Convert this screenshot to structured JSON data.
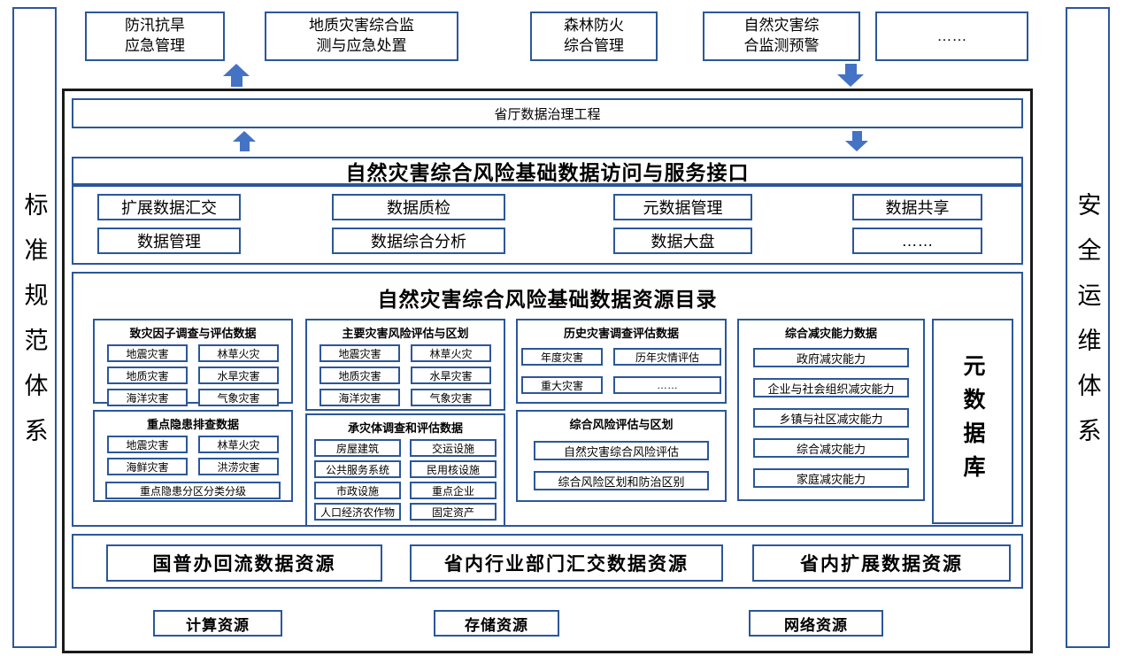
{
  "colors": {
    "box_border": "#2B579A",
    "arrow": "#4472C4",
    "outer_border": "#1A1A1A"
  },
  "side_bars": {
    "left": "标准规范体系",
    "right": "安全运维体系"
  },
  "top_apps": {
    "app1": "防汛抗旱\n应急管理",
    "app2": "地质灾害综合监\n测与应急处置",
    "app3": "森林防火\n综合管理",
    "app4": "自然灾害综\n合监测预警",
    "app5": "……"
  },
  "governance_bar": "省厅数据治理工程",
  "service_interface": {
    "title": "自然灾害综合风险基础数据访问与服务接口",
    "row1": [
      "扩展数据汇交",
      "数据质检",
      "元数据管理",
      "数据共享"
    ],
    "row2": [
      "数据管理",
      "数据综合分析",
      "数据大盘",
      "……"
    ]
  },
  "catalog": {
    "title": "自然灾害综合风险基础数据资源目录",
    "hazard_factor": {
      "title": "致灾因子调查与评估数据",
      "items": [
        "地震灾害",
        "林草火灾",
        "地质灾害",
        "水旱灾害",
        "海洋灾害",
        "气象灾害"
      ]
    },
    "major_risk": {
      "title": "主要灾害风险评估与区划",
      "items": [
        "地震灾害",
        "林草火灾",
        "地质灾害",
        "水旱灾害",
        "海洋灾害",
        "气象灾害"
      ]
    },
    "history": {
      "title": "历史灾害调查评估数据",
      "items": [
        "年度灾害",
        "历年灾情评估",
        "重大灾害",
        "……"
      ]
    },
    "reduction": {
      "title": "综合减灾能力数据",
      "items": [
        "政府减灾能力",
        "企业与社会组织减灾能力",
        "乡镇与社区减灾能力",
        "综合减灾能力",
        "家庭减灾能力"
      ]
    },
    "hidden_danger": {
      "title": "重点隐患排查数据",
      "items": [
        "地震灾害",
        "林草火灾",
        "海鲜灾害",
        "洪涝灾害"
      ],
      "wide_item": "重点隐患分区分类分级"
    },
    "bearing_body": {
      "title": "承灾体调查和评估数据",
      "items": [
        "房屋建筑",
        "交运设施",
        "公共服务系统",
        "民用核设施",
        "市政设施",
        "重点企业",
        "人口经济农作物",
        "固定资产"
      ]
    },
    "comprehensive": {
      "title": "综合风险评估与区划",
      "items": [
        "自然灾害综合风险评估",
        "综合风险区划和防治区别"
      ]
    },
    "metadata_db": "元数据库"
  },
  "data_sources": [
    "国普办回流数据资源",
    "省内行业部门汇交数据资源",
    "省内扩展数据资源"
  ],
  "infrastructure": [
    "计算资源",
    "存储资源",
    "网络资源"
  ]
}
